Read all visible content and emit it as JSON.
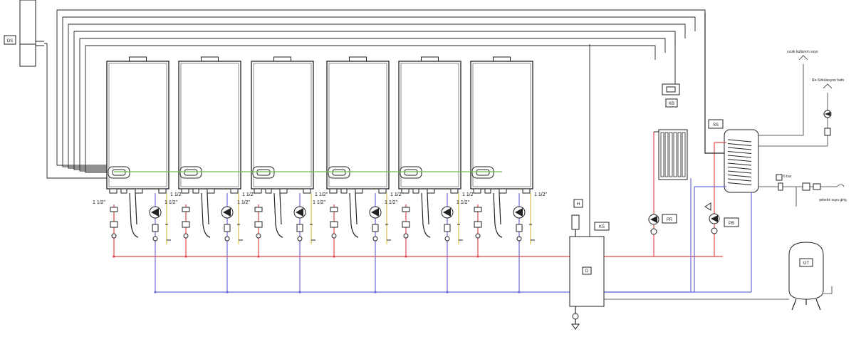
{
  "colors": {
    "flow": "#e04a4a",
    "return": "#6b6bd6",
    "control": "#222222",
    "green": "#6cc04a",
    "yellow": "#d9c24a"
  },
  "boiler_count": 6,
  "labels": {
    "outdoor_sensor": "DS",
    "room_controller": "KB",
    "storage_sensor": "SS",
    "heating_pump": "PR",
    "boiler_pump": "PB",
    "drain": "H",
    "dirt_separator": "D",
    "dirt_separator_top": "KS",
    "expansion_tank": "GT",
    "pipe_size": "1 1/2\"",
    "hot_water": "sıcak kullanım suyu",
    "recirculation": "Re-Sirkülasyon hattı",
    "pressure": "6 bar",
    "cold_water": "şebeke suyu giriş"
  }
}
